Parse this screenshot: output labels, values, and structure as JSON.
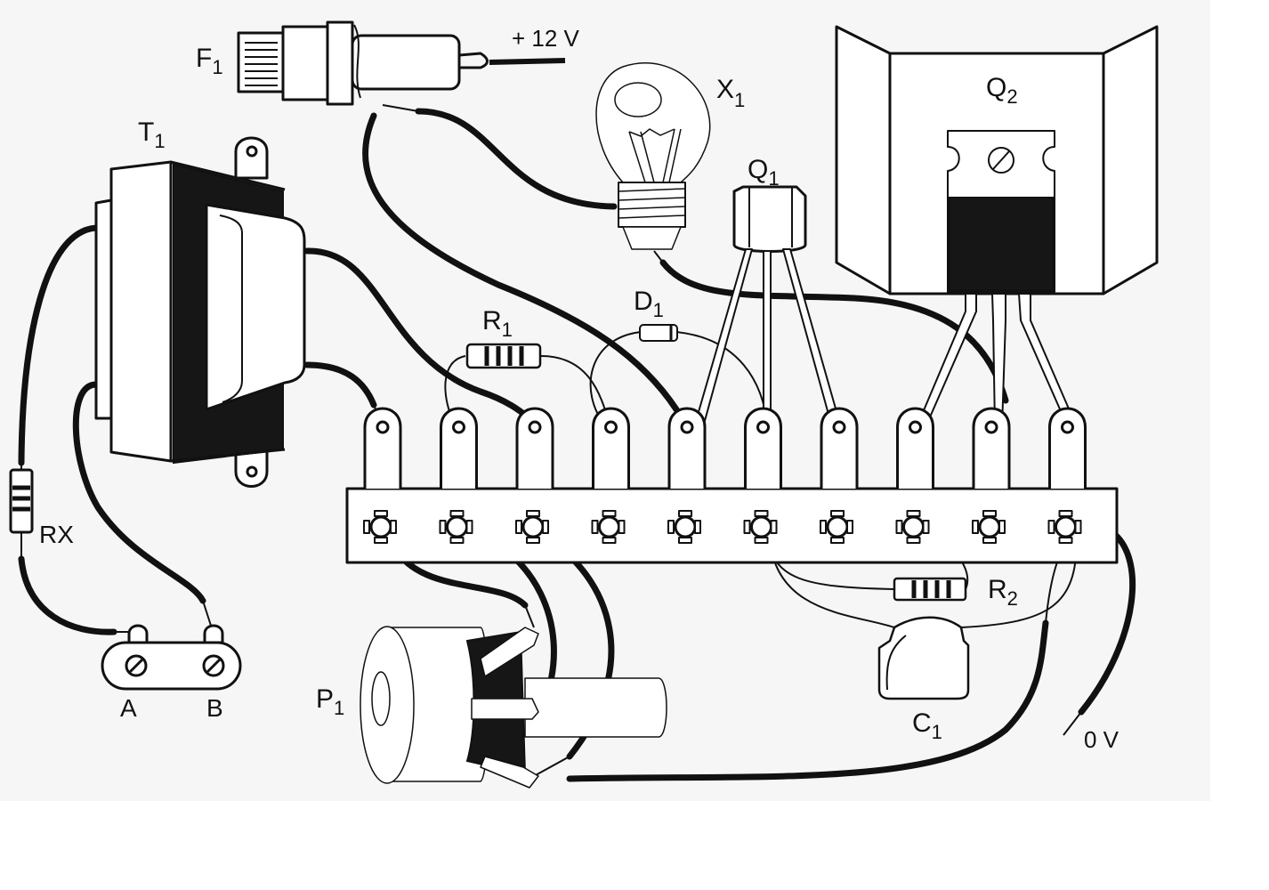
{
  "diagram": {
    "type": "wiring-assembly",
    "components": {
      "fuse": {
        "ref": "F",
        "idx": "1"
      },
      "supply_pos": {
        "text": "+ 12 V"
      },
      "lamp": {
        "ref": "X",
        "idx": "1"
      },
      "transistor1": {
        "ref": "Q",
        "idx": "1"
      },
      "transistor2": {
        "ref": "Q",
        "idx": "2"
      },
      "transformer": {
        "ref": "T",
        "idx": "1"
      },
      "resistor1": {
        "ref": "R",
        "idx": "1"
      },
      "diode": {
        "ref": "D",
        "idx": "1"
      },
      "resistor2": {
        "ref": "R",
        "idx": "2"
      },
      "capacitor": {
        "ref": "C",
        "idx": "1"
      },
      "potentiometer": {
        "ref": "P",
        "idx": "1"
      },
      "resistor_x": {
        "ref": "RX"
      },
      "terminal_a": {
        "text": "A"
      },
      "terminal_b": {
        "text": "B"
      },
      "supply_gnd": {
        "text": "0 V"
      }
    },
    "terminal_strip": {
      "lugs": 10
    }
  }
}
